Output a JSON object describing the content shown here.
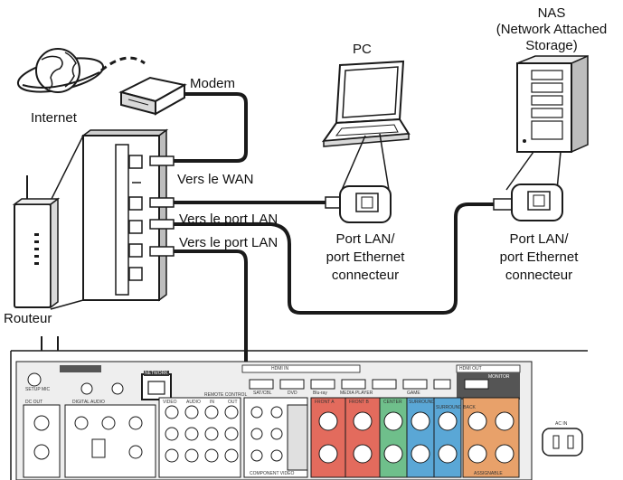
{
  "labels": {
    "internet": "Internet",
    "modem": "Modem",
    "router": "Routeur",
    "pc": "PC",
    "nas_line1": "NAS",
    "nas_line2": "(Network Attached",
    "nas_line3": "Storage)",
    "to_wan": "Vers le WAN",
    "to_lan_1": "Vers le port LAN",
    "to_lan_2": "Vers le port LAN",
    "pc_port_line1": "Port LAN/",
    "pc_port_line2": "port Ethernet",
    "pc_port_line3": "connecteur",
    "nas_port_line1": "Port LAN/",
    "nas_port_line2": "port Ethernet",
    "nas_port_line3": "connecteur"
  },
  "receiver_panel": {
    "network": "NETWORK",
    "hdmi_in": "HDMI IN",
    "hdmi_out": "HDMI OUT",
    "monitor": "MONITOR",
    "ac_in": "AC IN",
    "front_a": "FRONT A",
    "front_b": "FRONT B",
    "center": "CENTER",
    "surround": "SURROUND",
    "surround_back": "SURROUND BACK",
    "assignable": "ASSIGNABLE",
    "remote_control": "REMOTE CONTROL",
    "component_video": "COMPONENT VIDEO",
    "digital_audio": "DIGITAL AUDIO",
    "video": "VIDEO",
    "audio": "AUDIO",
    "sat_cbl": "SAT/CBL",
    "dvd": "DVD",
    "blu_ray": "Blu-ray",
    "media_player": "MEDIA PLAYER",
    "game": "GAME",
    "in": "IN",
    "out": "OUT",
    "dc_out": "DC OUT",
    "setup_mic": "SETUP MIC"
  },
  "colors": {
    "line": "#1a1a1a",
    "device_fill": "#ffffff",
    "device_shade": "#d9d9d9",
    "receiver_panel": "#eeeeee",
    "front_red": "#e36b5d",
    "center_green": "#6fbf8b",
    "surround_blue": "#5aa7d6",
    "assignable_orange": "#e8a16a"
  },
  "icons": [
    "globe-icon",
    "modem-icon",
    "laptop-icon",
    "tower-icon",
    "router-icon",
    "switch-icon",
    "ethernet-port-icon"
  ]
}
